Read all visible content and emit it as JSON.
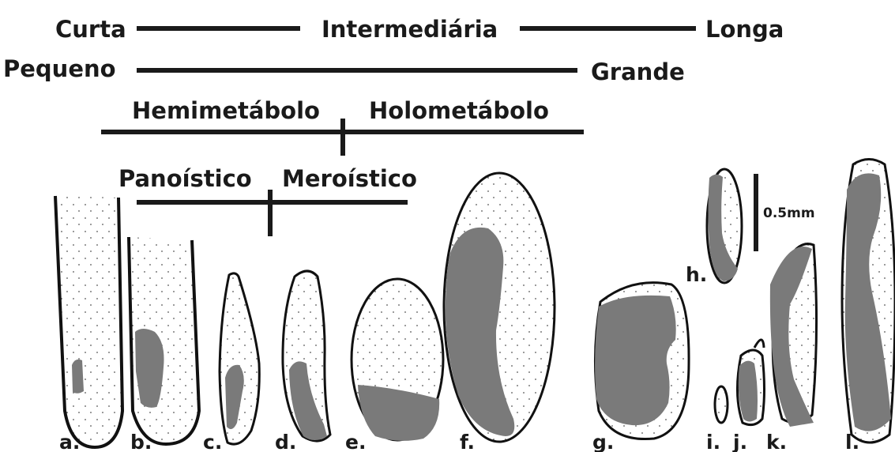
{
  "scales": {
    "length": {
      "left": "Curta",
      "middle": "Intermediária",
      "right": "Longa"
    },
    "size": {
      "left": "Pequeno",
      "right": "Grande"
    },
    "metamorphosis": {
      "left": "Hemimetábolo",
      "right": "Holometábolo"
    },
    "ovary": {
      "left": "Panoístico",
      "right": "Meroístico"
    }
  },
  "scale_bar": "0.5mm",
  "specimens": [
    {
      "id": "a",
      "label": "a."
    },
    {
      "id": "b",
      "label": "b."
    },
    {
      "id": "c",
      "label": "c."
    },
    {
      "id": "d",
      "label": "d."
    },
    {
      "id": "e",
      "label": "e."
    },
    {
      "id": "f",
      "label": "f."
    },
    {
      "id": "g",
      "label": "g."
    },
    {
      "id": "h",
      "label": "h."
    },
    {
      "id": "i",
      "label": "i."
    },
    {
      "id": "j",
      "label": "j."
    },
    {
      "id": "k",
      "label": "k."
    },
    {
      "id": "l",
      "label": "l."
    }
  ],
  "colors": {
    "ink": "#111111",
    "yolk": "#7a7a7a",
    "background": "#ffffff"
  }
}
